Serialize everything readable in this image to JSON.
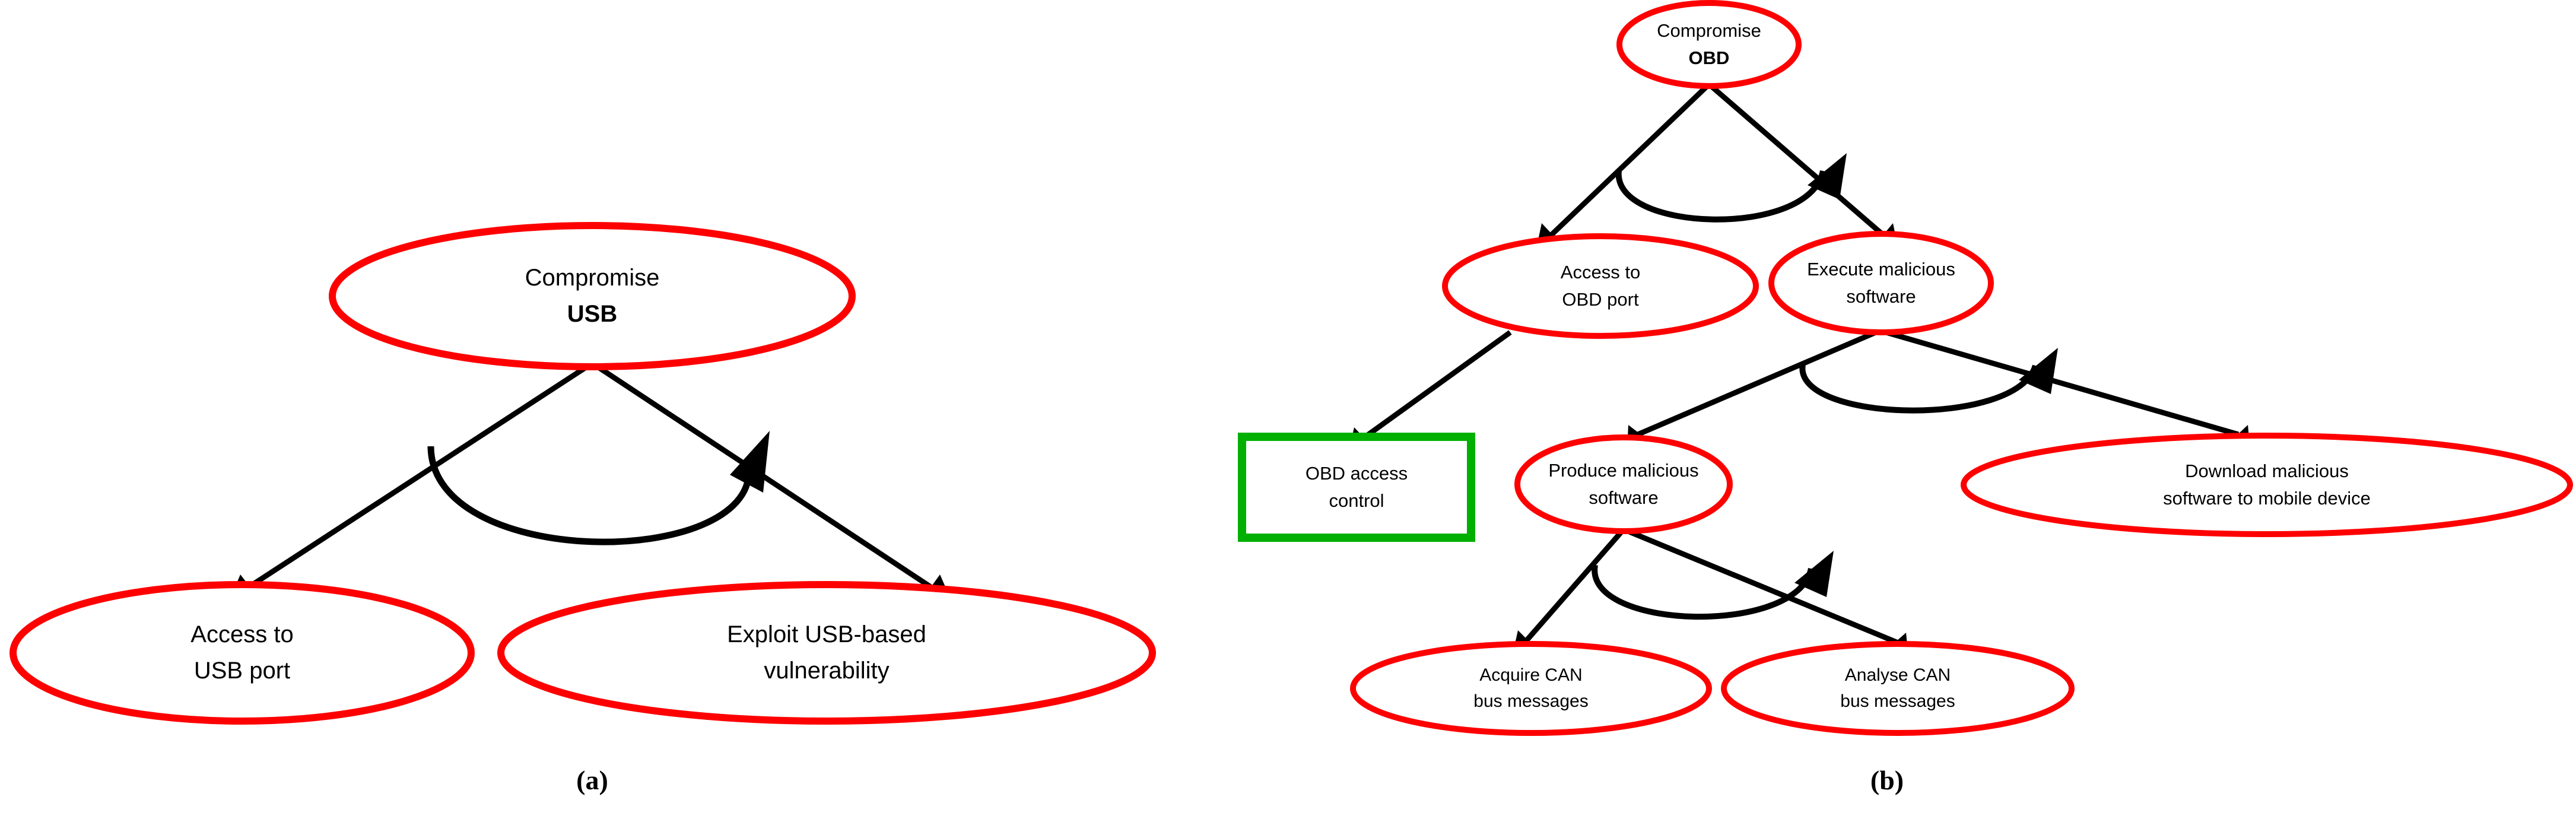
{
  "figure": {
    "type": "attack-tree-diagram",
    "background_color": "#ffffff",
    "node_outline_color": "#ff0000",
    "countermeasure_outline_color": "#00b000",
    "edge_color": "#000000",
    "text_color": "#000000"
  },
  "panels": [
    {
      "id": "a",
      "caption": "(a)",
      "root": {
        "line1": "Compromise",
        "line2": "USB"
      },
      "children": [
        {
          "line1": "Access to",
          "line2": "USB port"
        },
        {
          "line1": "Exploit USB-based",
          "line2": "vulnerability"
        }
      ],
      "gate": "AND"
    },
    {
      "id": "b",
      "caption": "(b)",
      "root": {
        "line1": "Compromise",
        "line2": "OBD"
      },
      "level1": [
        {
          "line1": "Access to",
          "line2": "OBD port"
        },
        {
          "line1": "Execute malicious",
          "line2": "software"
        }
      ],
      "countermeasure": {
        "line1": "OBD access",
        "line2": "control"
      },
      "level2": [
        {
          "line1": "Produce malicious",
          "line2": "software"
        },
        {
          "line1": "Download malicious",
          "line2": "software to mobile device"
        }
      ],
      "level3": [
        {
          "line1": "Acquire CAN",
          "line2": "bus messages"
        },
        {
          "line1": "Analyse CAN",
          "line2": "bus messages"
        }
      ],
      "gates": [
        "AND",
        "AND",
        "AND"
      ]
    }
  ]
}
